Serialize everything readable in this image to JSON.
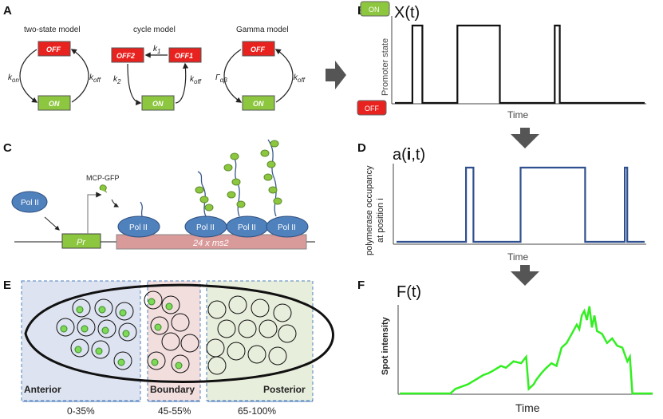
{
  "panels": {
    "a": {
      "letter": "A",
      "two_state": {
        "title": "two-state model",
        "off": "OFF",
        "on": "ON",
        "k_on": "k",
        "k_on_sub": "on",
        "k_off": "k",
        "k_off_sub": "off"
      },
      "cycle": {
        "title": "cycle model",
        "off2": "OFF2",
        "off1": "OFF1",
        "on": "ON",
        "k1": "k",
        "k1_sub": "1",
        "k2": "k",
        "k2_sub": "2",
        "k_off": "k",
        "k_off_sub": "off"
      },
      "gamma": {
        "title": "Gamma model",
        "off": "OFF",
        "on": "ON",
        "gamma": "Γ",
        "gamma_sub": "αβ",
        "k_off": "k",
        "k_off_sub": "off"
      }
    },
    "b": {
      "letter": "B",
      "title": "X(t)",
      "ylabel": "Promoter state",
      "xlabel": "Time",
      "on_badge": "ON",
      "off_badge": "OFF",
      "trace": [
        [
          0,
          0
        ],
        [
          0.07,
          0
        ],
        [
          0.07,
          1
        ],
        [
          0.11,
          1
        ],
        [
          0.11,
          0
        ],
        [
          0.25,
          0
        ],
        [
          0.25,
          1
        ],
        [
          0.42,
          1
        ],
        [
          0.42,
          0
        ],
        [
          0.64,
          0
        ],
        [
          0.64,
          1
        ],
        [
          0.66,
          1
        ],
        [
          0.66,
          0
        ],
        [
          1,
          0
        ]
      ]
    },
    "c": {
      "letter": "C",
      "pol_free": "Pol II",
      "mcp": "MCP-GFP",
      "promoter": "Pr",
      "ms2": "24 x ms2",
      "pol_labels": [
        "Pol II",
        "Pol II",
        "Pol II",
        "Pol II"
      ]
    },
    "d": {
      "letter": "D",
      "title_prefix": "a(",
      "title_bold": "i",
      "title_suffix": ",t)",
      "ylabel_line1": "polymerase occupancy",
      "ylabel_line2": "at position i",
      "xlabel": "Time",
      "trace": [
        [
          0,
          0
        ],
        [
          0.28,
          0
        ],
        [
          0.28,
          1
        ],
        [
          0.31,
          1
        ],
        [
          0.31,
          0
        ],
        [
          0.5,
          0
        ],
        [
          0.5,
          1
        ],
        [
          0.76,
          1
        ],
        [
          0.76,
          0
        ],
        [
          0.92,
          0
        ],
        [
          0.92,
          1
        ],
        [
          0.93,
          1
        ],
        [
          0.93,
          0
        ],
        [
          1,
          0
        ]
      ]
    },
    "e": {
      "letter": "E",
      "regions": [
        {
          "name": "Anterior",
          "range": "0-35%",
          "color": "#dde3f0"
        },
        {
          "name": "Boundary",
          "range": "45-55%",
          "color": "#f3dede"
        },
        {
          "name": "Posterior",
          "range": "65-100%",
          "color": "#e8eedc"
        }
      ]
    },
    "f": {
      "letter": "F",
      "title": "F(t)",
      "ylabel": "Spot intensity",
      "xlabel": "Time",
      "chart_data": {
        "type": "line",
        "title": "F(t)",
        "xlabel": "Time",
        "ylabel": "Spot intensity",
        "x": [
          0,
          0.2,
          0.22,
          0.25,
          0.27,
          0.3,
          0.33,
          0.35,
          0.37,
          0.4,
          0.42,
          0.45,
          0.48,
          0.5,
          0.51,
          0.53,
          0.54,
          0.56,
          0.58,
          0.6,
          0.62,
          0.64,
          0.66,
          0.68,
          0.7,
          0.71,
          0.72,
          0.73,
          0.74,
          0.75,
          0.76,
          0.77,
          0.78,
          0.8,
          0.82,
          0.84,
          0.86,
          0.88,
          0.9,
          0.91,
          0.92,
          1
        ],
        "y": [
          0,
          0,
          0.05,
          0.08,
          0.1,
          0.15,
          0.2,
          0.22,
          0.25,
          0.3,
          0.28,
          0.35,
          0.33,
          0.4,
          0.05,
          0.1,
          0.15,
          0.22,
          0.28,
          0.33,
          0.3,
          0.5,
          0.55,
          0.65,
          0.75,
          0.7,
          0.85,
          0.9,
          0.8,
          0.95,
          0.72,
          0.85,
          0.68,
          0.65,
          0.55,
          0.6,
          0.52,
          0.5,
          0.35,
          0.4,
          0,
          0
        ]
      }
    }
  },
  "colors": {
    "off_red": "#e8231f",
    "on_green": "#8dc63f",
    "pol_blue": "#4f81bd",
    "trace_blue": "#2f4f8f",
    "trace_green": "#33ee22",
    "ms2_pink": "#d99a9a"
  }
}
